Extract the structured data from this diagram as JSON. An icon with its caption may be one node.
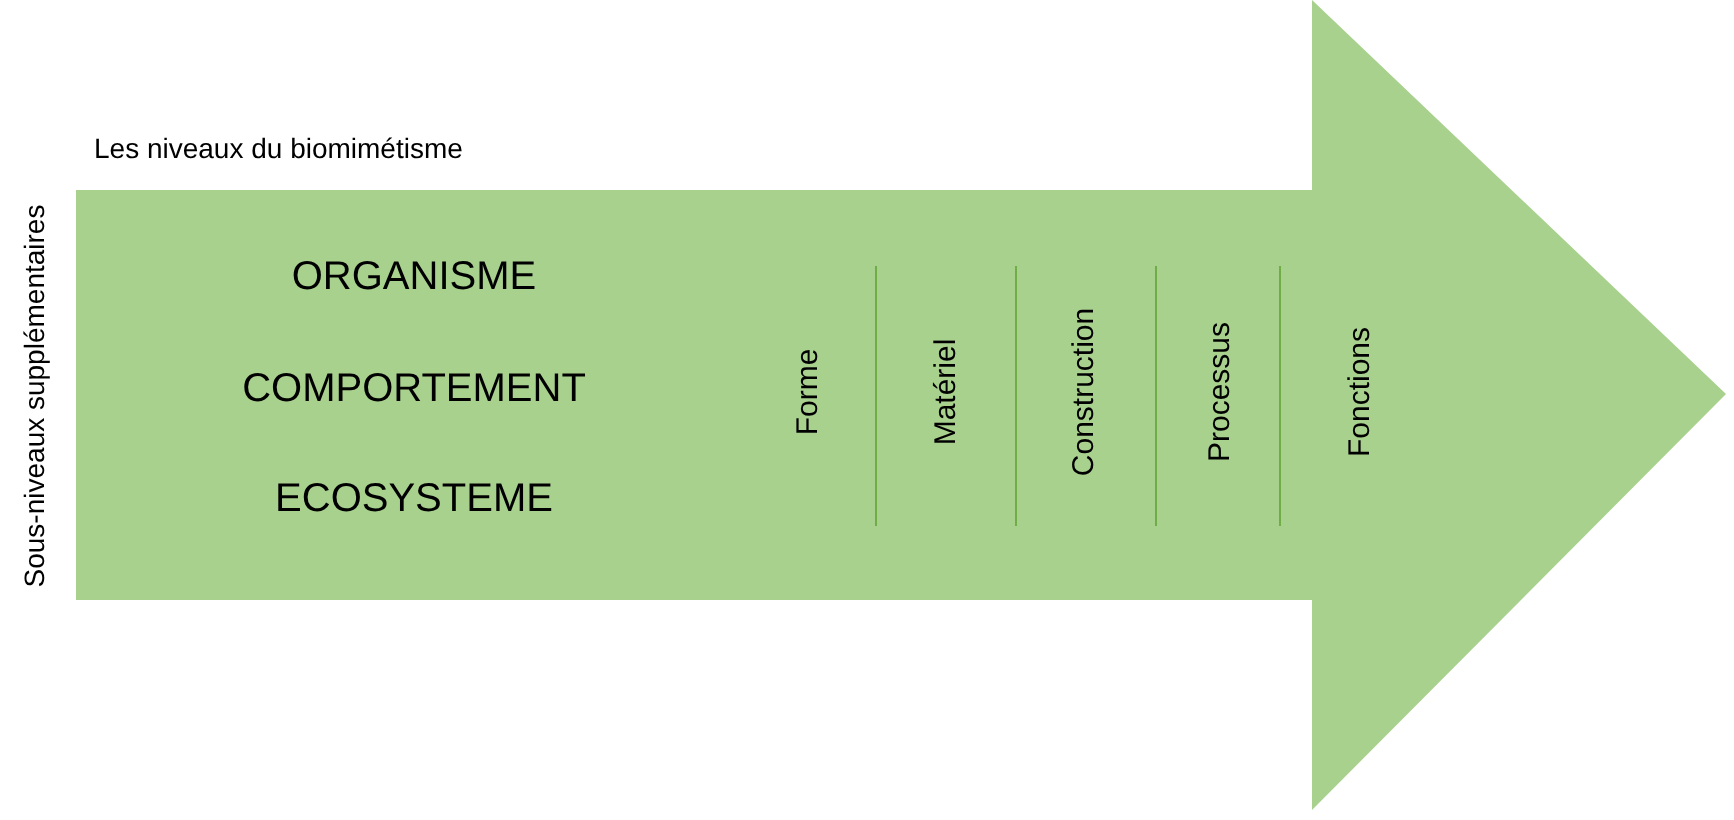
{
  "diagram": {
    "nodes": [
      {
        "text": [
          "Les niveaux du biomimétisme"
        ]
      }
    ],
    "edges": [],
    "labels": [
      "Sous-niveaux supplémentaires",
      "ORGANISME",
      "COMPORTEMENT",
      "ECOSYSTEME",
      "Forme",
      "Matériel",
      "Construction",
      "Processus",
      "Fonctions"
    ]
  }
}
